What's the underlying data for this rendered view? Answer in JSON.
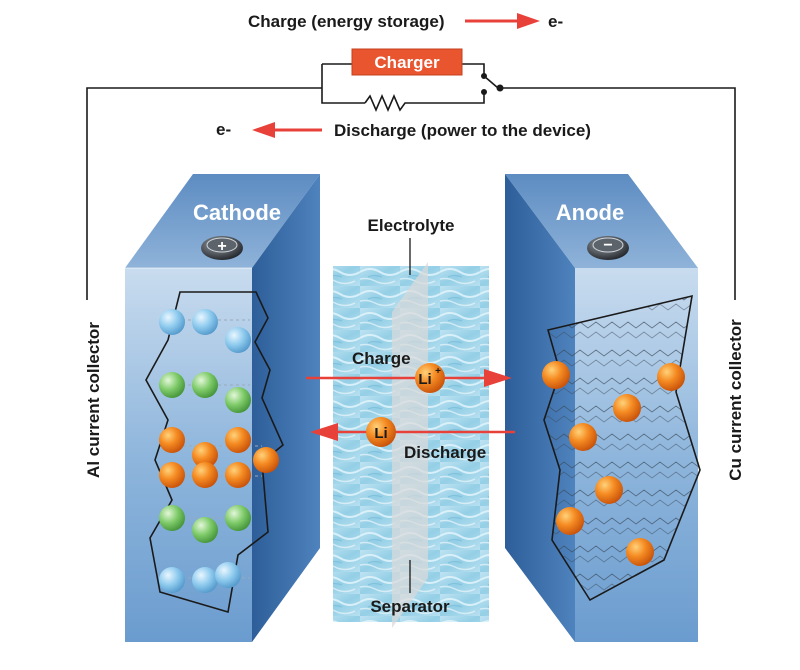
{
  "title": {
    "charge_label": "Charge (energy storage)",
    "charge_electron": "e-",
    "discharge_label": "Discharge (power to the device)",
    "discharge_electron": "e-"
  },
  "circuit": {
    "charger_label": "Charger"
  },
  "cathode": {
    "label": "Cathode",
    "terminal_symbol": "+",
    "collector_label": "Al current collector"
  },
  "anode": {
    "label": "Anode",
    "terminal_symbol": "−",
    "collector_label": "Cu current collector"
  },
  "electrolyte": {
    "label": "Electrolyte",
    "separator_label": "Separator"
  },
  "ions": {
    "charge_label": "Charge",
    "charge_ion": "Li",
    "charge_ion_sup": "+",
    "discharge_label": "Discharge",
    "discharge_ion": "Li"
  },
  "colors": {
    "arrow": "#e8413a",
    "charger_box": "#e8552f",
    "electrode_front": "#8cb4dc",
    "electrode_side": "#3a6ea8",
    "electrode_top": "#a9c8e6",
    "lithium": "#f07a1a",
    "cathode_blue": "#7fc0e8",
    "cathode_green": "#6ec05a"
  }
}
